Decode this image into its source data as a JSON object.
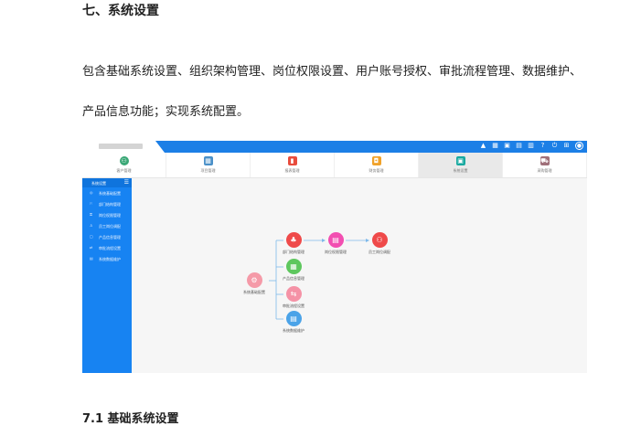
{
  "doc": {
    "heading": "七、系统设置",
    "para1": "包含基础系统设置、组织架构管理、岗位权限设置、用户账号授权、审批流程管理、数据维护、",
    "para2": "产品信息功能；实现系统配置。",
    "sub_heading": "7.1 基础系统设置"
  },
  "app": {
    "colors": {
      "accent": "#1783f2",
      "topbar": "#1c7fe6"
    },
    "top_icons": [
      "bell-icon",
      "grid-icon",
      "message-icon",
      "chart-icon",
      "layers-icon",
      "help-icon",
      "power-icon",
      "windows-icon",
      "user-icon"
    ],
    "modules": [
      {
        "label": "客户管理",
        "icon": "customer-icon",
        "color": "#3aa776"
      },
      {
        "label": "项目管理",
        "icon": "calendar-icon",
        "color": "#4a90c8"
      },
      {
        "label": "报表管理",
        "icon": "bar-chart-icon",
        "color": "#e84c3d"
      },
      {
        "label": "财务管理",
        "icon": "wallet-icon",
        "color": "#f0a22a"
      },
      {
        "label": "系统设置",
        "icon": "settings-icon",
        "color": "#18a9a0"
      },
      {
        "label": "采购管理",
        "icon": "cart-icon",
        "color": "#a0707a"
      }
    ],
    "sidebar": {
      "title": "系统设置",
      "items": [
        {
          "label": "系统基础配置",
          "icon": "search-icon"
        },
        {
          "label": "部门结构管理",
          "icon": "org-icon"
        },
        {
          "label": "岗位权限管理",
          "icon": "key-icon"
        },
        {
          "label": "员工岗位调配",
          "icon": "person-icon"
        },
        {
          "label": "产品信息管理",
          "icon": "box-icon"
        },
        {
          "label": "审批流程设置",
          "icon": "flow-icon"
        },
        {
          "label": "系统数据维护",
          "icon": "database-icon"
        }
      ]
    },
    "flow_nodes": [
      {
        "label": "系统基础配置",
        "icon": "search-icon",
        "color": "#f59aa8"
      },
      {
        "label": "部门结构管理",
        "icon": "org-icon",
        "color": "#ef4a4a"
      },
      {
        "label": "岗位权限管理",
        "icon": "key-icon",
        "color": "#f24fb1"
      },
      {
        "label": "员工岗位调配",
        "icon": "person-icon",
        "color": "#ef4a4a"
      },
      {
        "label": "产品信息管理",
        "icon": "box-icon",
        "color": "#5ec75e"
      },
      {
        "label": "审批流程设置",
        "icon": "flow-icon",
        "color": "#f592a6"
      },
      {
        "label": "系统数据维护",
        "icon": "database-icon",
        "color": "#4ba3e8"
      }
    ]
  }
}
